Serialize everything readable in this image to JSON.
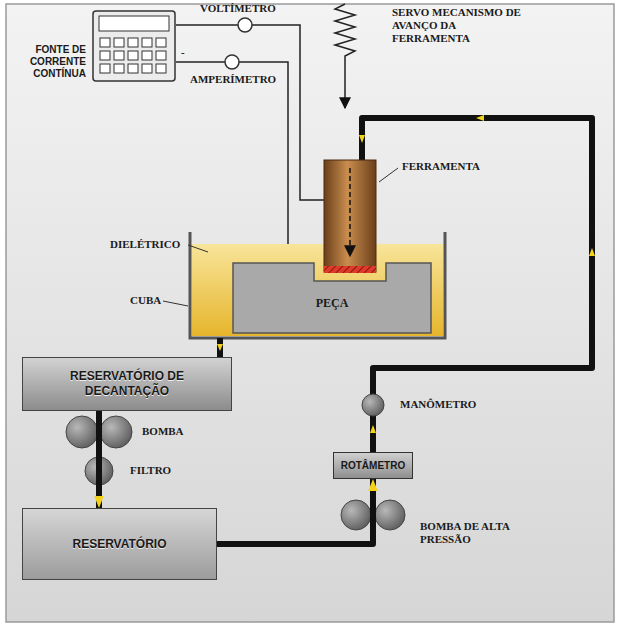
{
  "diagram": {
    "nodes": [
      {
        "text": [
          "FONTE DE CORRENTE CONTÍNUA"
        ]
      },
      {
        "text": [
          "PEÇA"
        ]
      },
      {
        "text": [
          "RESERVATÓRIO DE DECANTAÇÃO"
        ]
      },
      {
        "text": [
          "ROTÂMETRO"
        ]
      },
      {
        "text": [
          "RESERVATÓRIO"
        ]
      }
    ],
    "edges": [
      {
        "from": 2,
        "to": 4,
        "arrow": "to"
      },
      {
        "from": 4,
        "to": 3,
        "arrow": "to"
      }
    ],
    "labels": [
      "VOLTÍMETRO",
      "-",
      "AMPERÍMETRO",
      "SERVO MECANISMO DE AVANÇO DA FERRAMENTA",
      "FERRAMENTA",
      "DIELÉTRICO",
      "CUBA",
      "BOMBA",
      "FILTRO",
      "MANÔMETRO",
      "BOMBA DE ALTA PRESSÃO"
    ]
  }
}
